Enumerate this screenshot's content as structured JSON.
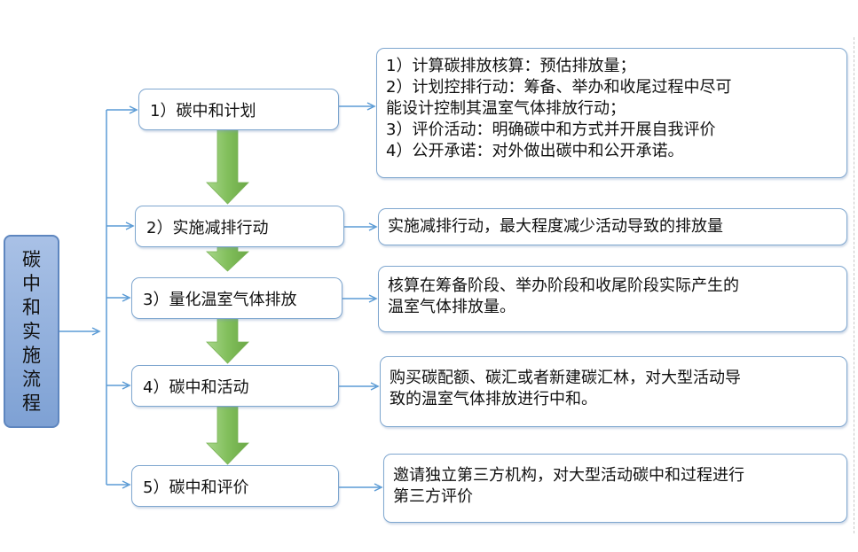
{
  "root": {
    "label": "碳中和实施流程"
  },
  "steps": [
    {
      "label": "1）碳中和计划",
      "description": [
        "1）计算碳排放核算：预估排放量；",
        "2）计划控排行动：筹备、举办和收尾过程中尽可",
        "能设计控制其温室气体排放行动；",
        "3）评价活动：明确碳中和方式并开展自我评价",
        "4）公开承诺：对外做出碳中和公开承诺。"
      ]
    },
    {
      "label": "2）实施减排行动",
      "description": [
        "实施减排行动，最大程度减少活动导致的排放量"
      ]
    },
    {
      "label": "3）量化温室气体排放",
      "description": [
        "核算在筹备阶段、举办阶段和收尾阶段实际产生的",
        "温室气体排放量。"
      ]
    },
    {
      "label": "4）碳中和活动",
      "description": [
        "购买碳配额、碳汇或者新建碳汇林，对大型活动导",
        "致的温室气体排放进行中和。"
      ]
    },
    {
      "label": "5）碳中和评价",
      "description": [
        "邀请独立第三方机构，对大型活动碳中和过程进行",
        "第三方评价"
      ]
    }
  ],
  "colors": {
    "connector": "#5b9bd5",
    "flow_arrow": "#8cc46a",
    "box_border": "#7fa7cf",
    "root_fill": "#9db8e2"
  }
}
